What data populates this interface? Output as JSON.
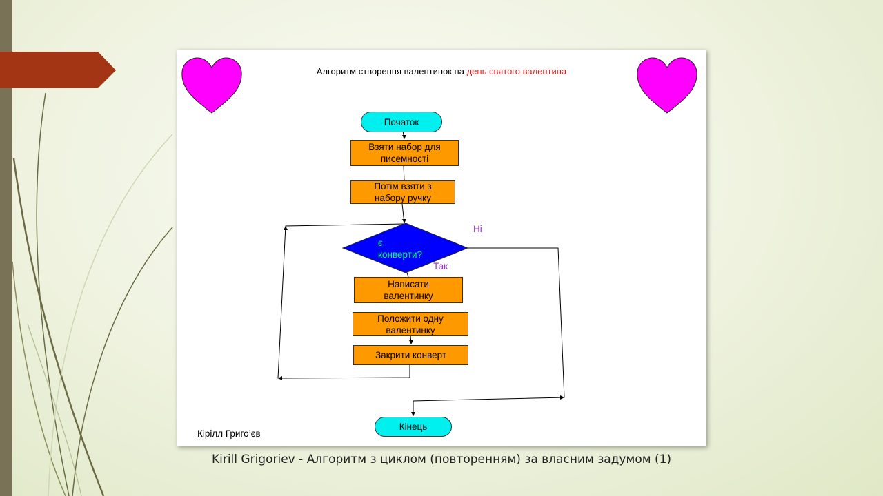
{
  "slide": {
    "caption": "Kirill Grigoriev - Алгоритм з циклом (повторенням) за власним задумом (1)"
  },
  "diagram": {
    "title_black": "Алгоритм створення валентинок на ",
    "title_red": "день святого валентина",
    "author": "Кірілл Григо’єв",
    "nodes": {
      "start": "Початок",
      "step1": "Взяти набор для\nписемності",
      "step2": "Потім взяти з\nнабору ручку",
      "decision": "є\nконверти?",
      "write": "Написати\nвалентинку",
      "put": "Положити одну\nвалентинку",
      "close": "Закрити конверт",
      "end": "Кінець"
    },
    "edges": {
      "no": "Ні",
      "yes": "Так"
    },
    "colors": {
      "process": "#ff9900",
      "terminal": "#00f0f0",
      "decision": "#0000ff",
      "heart": "#ff00ff",
      "title_highlight": "#e02020",
      "edge_label": "#9933cc"
    }
  }
}
